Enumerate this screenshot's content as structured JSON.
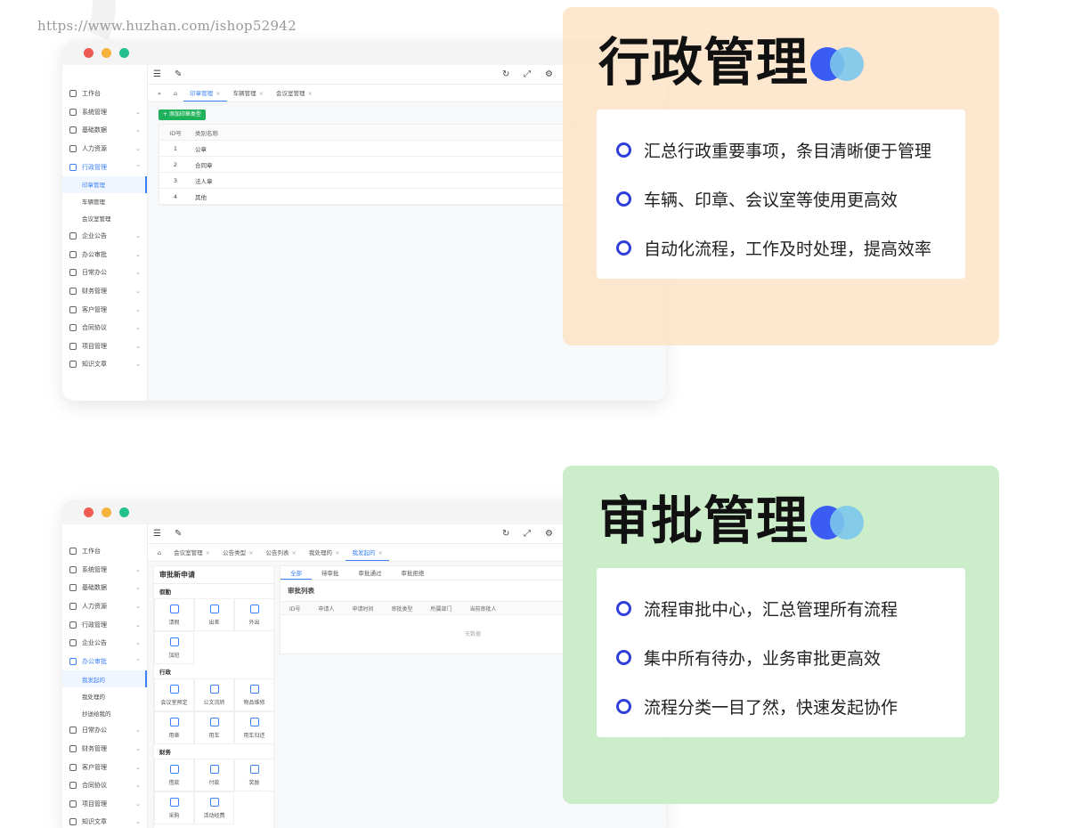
{
  "watermark": "https://www.huzhan.com/ishop52942",
  "colors": {
    "accent": "#3b82f6",
    "bullet": "#2f3fd9",
    "card1": "#fce2c4",
    "card2": "#c8ecc4",
    "green_button": "#20b25a"
  },
  "window1": {
    "sidebar": [
      {
        "label": "工作台",
        "icon": "dashboard-icon"
      },
      {
        "label": "系统管理",
        "icon": "settings-icon"
      },
      {
        "label": "基础数据",
        "icon": "database-icon"
      },
      {
        "label": "人力资源",
        "icon": "users-icon"
      },
      {
        "label": "行政管理",
        "icon": "admin-icon"
      },
      {
        "label": "企业公告",
        "icon": "bell-icon"
      },
      {
        "label": "办公审批",
        "icon": "approve-icon"
      },
      {
        "label": "日常办公",
        "icon": "calendar-icon"
      },
      {
        "label": "财务管理",
        "icon": "finance-icon"
      },
      {
        "label": "客户管理",
        "icon": "customer-icon"
      },
      {
        "label": "合同协议",
        "icon": "contract-icon"
      },
      {
        "label": "项目管理",
        "icon": "project-icon"
      },
      {
        "label": "知识文章",
        "icon": "book-icon"
      }
    ],
    "submenu": [
      "印章管理",
      "车辆管理",
      "会议室管理"
    ],
    "tabs": [
      "印章管理",
      "车辆管理",
      "会议室管理"
    ],
    "add_button": "+ 添加印章类型",
    "table": {
      "headers": [
        "ID号",
        "类别名称"
      ],
      "rows": [
        [
          "1",
          "公章"
        ],
        [
          "2",
          "合同章"
        ],
        [
          "3",
          "法人章"
        ],
        [
          "4",
          "其他"
        ]
      ]
    }
  },
  "window2": {
    "sidebar": [
      {
        "label": "工作台"
      },
      {
        "label": "系统管理"
      },
      {
        "label": "基础数据"
      },
      {
        "label": "人力资源"
      },
      {
        "label": "行政管理"
      },
      {
        "label": "企业公告"
      },
      {
        "label": "办公审批"
      },
      {
        "label": "日常办公"
      },
      {
        "label": "财务管理"
      },
      {
        "label": "客户管理"
      },
      {
        "label": "合同协议"
      },
      {
        "label": "项目管理"
      },
      {
        "label": "知识文章"
      }
    ],
    "submenu": [
      "我发起的",
      "我处理的",
      "抄送给我的"
    ],
    "tabs": [
      "会议室管理",
      "公告类型",
      "公告列表",
      "我处理的",
      "我发起的"
    ],
    "left_title": "审批新申请",
    "sections": [
      {
        "name": "假勤",
        "items": [
          "请假",
          "出差",
          "外出",
          "加班"
        ]
      },
      {
        "name": "行政",
        "items": [
          "会议室预定",
          "公文流转",
          "物品维修",
          "用章",
          "用车",
          "用车归还"
        ]
      },
      {
        "name": "财务",
        "items": [
          "借款",
          "付款",
          "奖励",
          "采购",
          "活动经费"
        ]
      }
    ],
    "right_tabs": [
      "全部",
      "待审批",
      "审批通过",
      "审批拒绝"
    ],
    "right_title": "审批列表",
    "right_headers": [
      "ID号",
      "申请人",
      "申请时间",
      "审批类型",
      "所属部门",
      "当前审批人"
    ],
    "empty_text": "无数据"
  },
  "card1": {
    "title": "行政管理",
    "points": [
      "汇总行政重要事项，条目清晰便于管理",
      "车辆、印章、会议室等使用更高效",
      "自动化流程，工作及时处理，提高效率"
    ]
  },
  "card2": {
    "title": "审批管理",
    "points": [
      "流程审批中心，汇总管理所有流程",
      "集中所有待办，业务审批更高效",
      "流程分类一目了然，快速发起协作"
    ]
  }
}
